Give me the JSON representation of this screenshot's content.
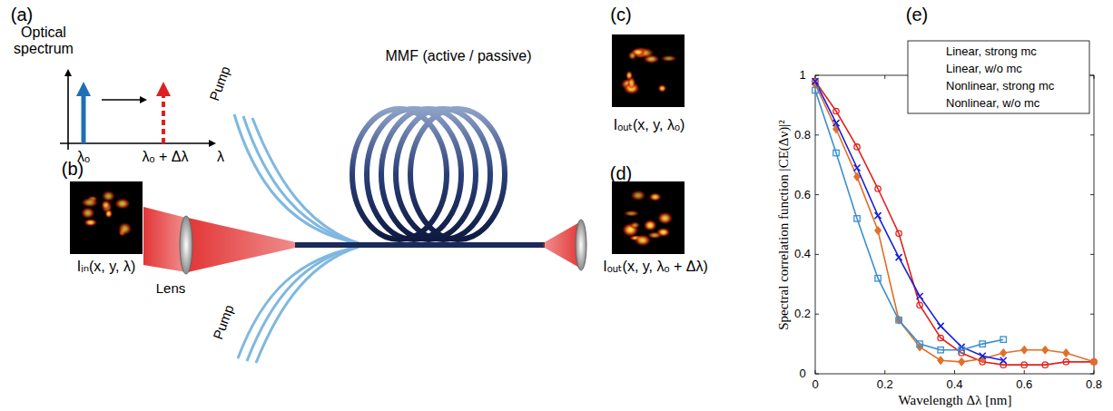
{
  "diagram": {
    "nodes": [
      {
        "text": [
          "(b)",
          "Iᵢₙ(x, y, λ)"
        ]
      },
      {
        "text": [
          "(c)",
          "Iₒᵤₜ(x, y, λₒ)"
        ]
      },
      {
        "text": [
          "(d)",
          "Iₒᵤₜ(x, y, λₒ + Δλ)"
        ]
      }
    ],
    "labels": [
      "(a)",
      "Optical spectrum",
      "λₒ",
      "λₒ + Δλ",
      "λ",
      "Pump",
      "Pump",
      "Lens",
      "MMF (active / passive)",
      "(e)",
      "0",
      "0.2",
      "0.4",
      "0.6",
      "0.8",
      "1",
      "0",
      "0.2",
      "0.4",
      "0.6",
      "0.8",
      "Spectral correlation function |CE(Δν)|²",
      "Wavelength Δλ [nm]"
    ],
    "legend": [
      {
        "text": "Linear, strong mc"
      },
      {
        "text": "Linear, w/o mc"
      },
      {
        "text": "Nonlinear, strong mc"
      },
      {
        "text": "Nonlinear, w/o mc"
      }
    ]
  }
}
